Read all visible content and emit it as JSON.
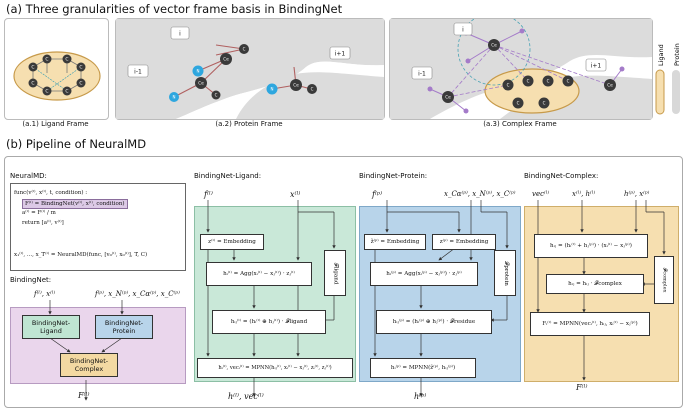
{
  "section_a": {
    "title": "(a) Three granularities of vector frame basis in BindingNet",
    "captions": [
      "(a.1) Ligand Frame",
      "(a.2) Protein Frame",
      "(a.3) Complex Frame"
    ],
    "residue_labels": {
      "prev": "i-1",
      "cur": "i",
      "next": "i+1"
    },
    "atom_labels": {
      "c": "C",
      "ca": "Cα",
      "n": "N"
    },
    "legend": {
      "ligand": "Ligand",
      "protein": "Protein"
    }
  },
  "section_b": {
    "title": "(b) Pipeline of NeuralMD",
    "neuralmd": {
      "title": "NeuralMD:",
      "lines": [
        "func(v⁽ˡ⁾, x⁽ˡ⁾, t, condition) :",
        "F⁽ˡ⁾ = BindingNet(v⁽ˡ⁾, x⁽ˡ⁾, condition)",
        "a⁽ˡ⁾ = F⁽ˡ⁾ / m",
        "return [a⁽ˡ⁾, v⁽ˡ⁾]"
      ],
      "solve_line": "x₁⁽ˡ⁾, ..., x_T⁽ˡ⁾ = NeuralMD(func, [v₀⁽ˡ⁾, x₀⁽ˡ⁾], T, C)"
    },
    "bindingnet": {
      "title": "BindingNet:",
      "inputs_left": "f⁽ˡ⁾, x⁽ˡ⁾",
      "inputs_right": "f⁽ᵖ⁾, x_N⁽ᵖ⁾, x_Cα⁽ᵖ⁾, x_C⁽ᵖ⁾",
      "ligand_box": "BindingNet-\nLigand",
      "protein_box": "BindingNet-\nProtein",
      "complex_box": "BindingNet-\nComplex",
      "output": "F⁽ˡ⁾"
    },
    "ligand": {
      "title": "BindingNet-Ligand:",
      "input_f": "f⁽ˡ⁾",
      "input_x": "x⁽ˡ⁾",
      "embed": "z⁽ˡ⁾ = Embedding",
      "agg": "hᵢ⁽ˡ⁾ = Agg(xᵢ⁽ˡ⁾ − xⱼ⁽ˡ⁾) · zⱼ⁽ˡ⁾",
      "frame_label": "𝓕ligand",
      "pair": "hᵢⱼ⁽ˡ⁾ = (hᵢ⁽ˡ⁾ ⊕ hⱼ⁽ˡ⁾) · 𝓕ligand",
      "mpnn": "hᵢ⁽ˡ⁾, vecᵢ⁽ˡ⁾ = MPNN(hᵢⱼ⁽ˡ⁾, xᵢ⁽ˡ⁾ − xⱼ⁽ˡ⁾, zᵢ⁽ˡ⁾, zⱼ⁽ˡ⁾)",
      "output": "h⁽ˡ⁾, vec⁽ˡ⁾"
    },
    "protein": {
      "title": "BindingNet-Protein:",
      "input_f": "f⁽ᵖ⁾",
      "input_x": "x_Cα⁽ᵖ⁾, x_N⁽ᵖ⁾, x_C⁽ᵖ⁾",
      "embed1": "z̃⁽ᵖ⁾ = Embedding",
      "embed2": "z⁽ᵖ⁾ = Embedding",
      "agg": "hᵢ⁽ᵖ⁾ = Agg(xᵢ⁽ᵖ⁾ − xⱼ⁽ᵖ⁾) · zⱼ⁽ᵖ⁾",
      "frame_label": "𝓕protein",
      "pair": "hᵢⱼ⁽ᵖ⁾ = (hᵢ⁽ᵖ⁾ ⊕ hⱼ⁽ᵖ⁾) · 𝓕residue",
      "mpnn": "hᵢ⁽ᵖ⁾ = MPNN(z̃⁽ᵖ⁾, hᵢⱼ⁽ᵖ⁾)",
      "output": "h⁽ᵖ⁾"
    },
    "complex": {
      "title": "BindingNet-Complex:",
      "input_vec": "vec⁽ˡ⁾",
      "input_xh": "x⁽ˡ⁾, h⁽ˡ⁾",
      "input_hp": "h⁽ᵖ⁾, x⁽ᵖ⁾",
      "hij": "hᵢⱼ = (hᵢ⁽ˡ⁾ + hⱼ⁽ᵖ⁾) · (xᵢ⁽ˡ⁾ − xⱼ⁽ᵖ⁾)",
      "frame_label": "𝓕complex",
      "hij2": "hᵢⱼ = hᵢⱼ · 𝓕complex",
      "mpnn": "Fᵢ⁽ˡ⁾ = MPNN(vecᵢ⁽ˡ⁾, hᵢⱼ, xᵢ⁽ˡ⁾ − xⱼ⁽ᵖ⁾)",
      "output": "F⁽ˡ⁾"
    },
    "colors": {
      "ligand_fill": "#c9e8d8",
      "protein_fill": "#b8d4ea",
      "complex_fill": "#f6dfb0",
      "bindingnet_bg": "#ead6ec",
      "complex_box": "#f3d9a2",
      "highlight": "#dcc9e6"
    }
  }
}
